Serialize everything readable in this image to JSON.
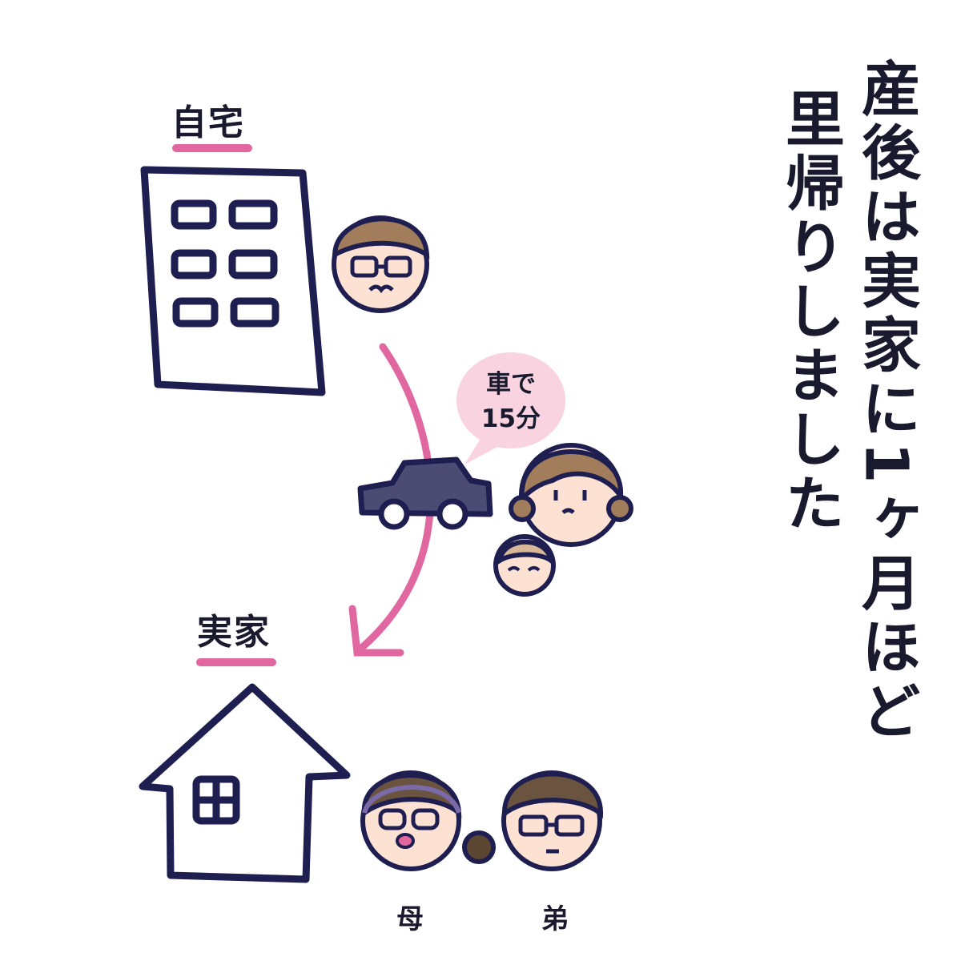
{
  "headline": {
    "line1": "産後は実家に1ヶ月ほど",
    "line2": "里帰りしました"
  },
  "places": {
    "home_label": "自宅",
    "parents_label": "実家"
  },
  "bubble": {
    "line1": "車で",
    "line2": "15分"
  },
  "people": {
    "mother_label": "母",
    "brother_label": "弟"
  },
  "colors": {
    "ink": "#1e1e50",
    "accent_pink": "#e0679f",
    "bubble_pink": "#f9d3e0",
    "skin": "#fde2d4",
    "hair_brown": "#a27d5b",
    "car": "#4c4b73"
  }
}
